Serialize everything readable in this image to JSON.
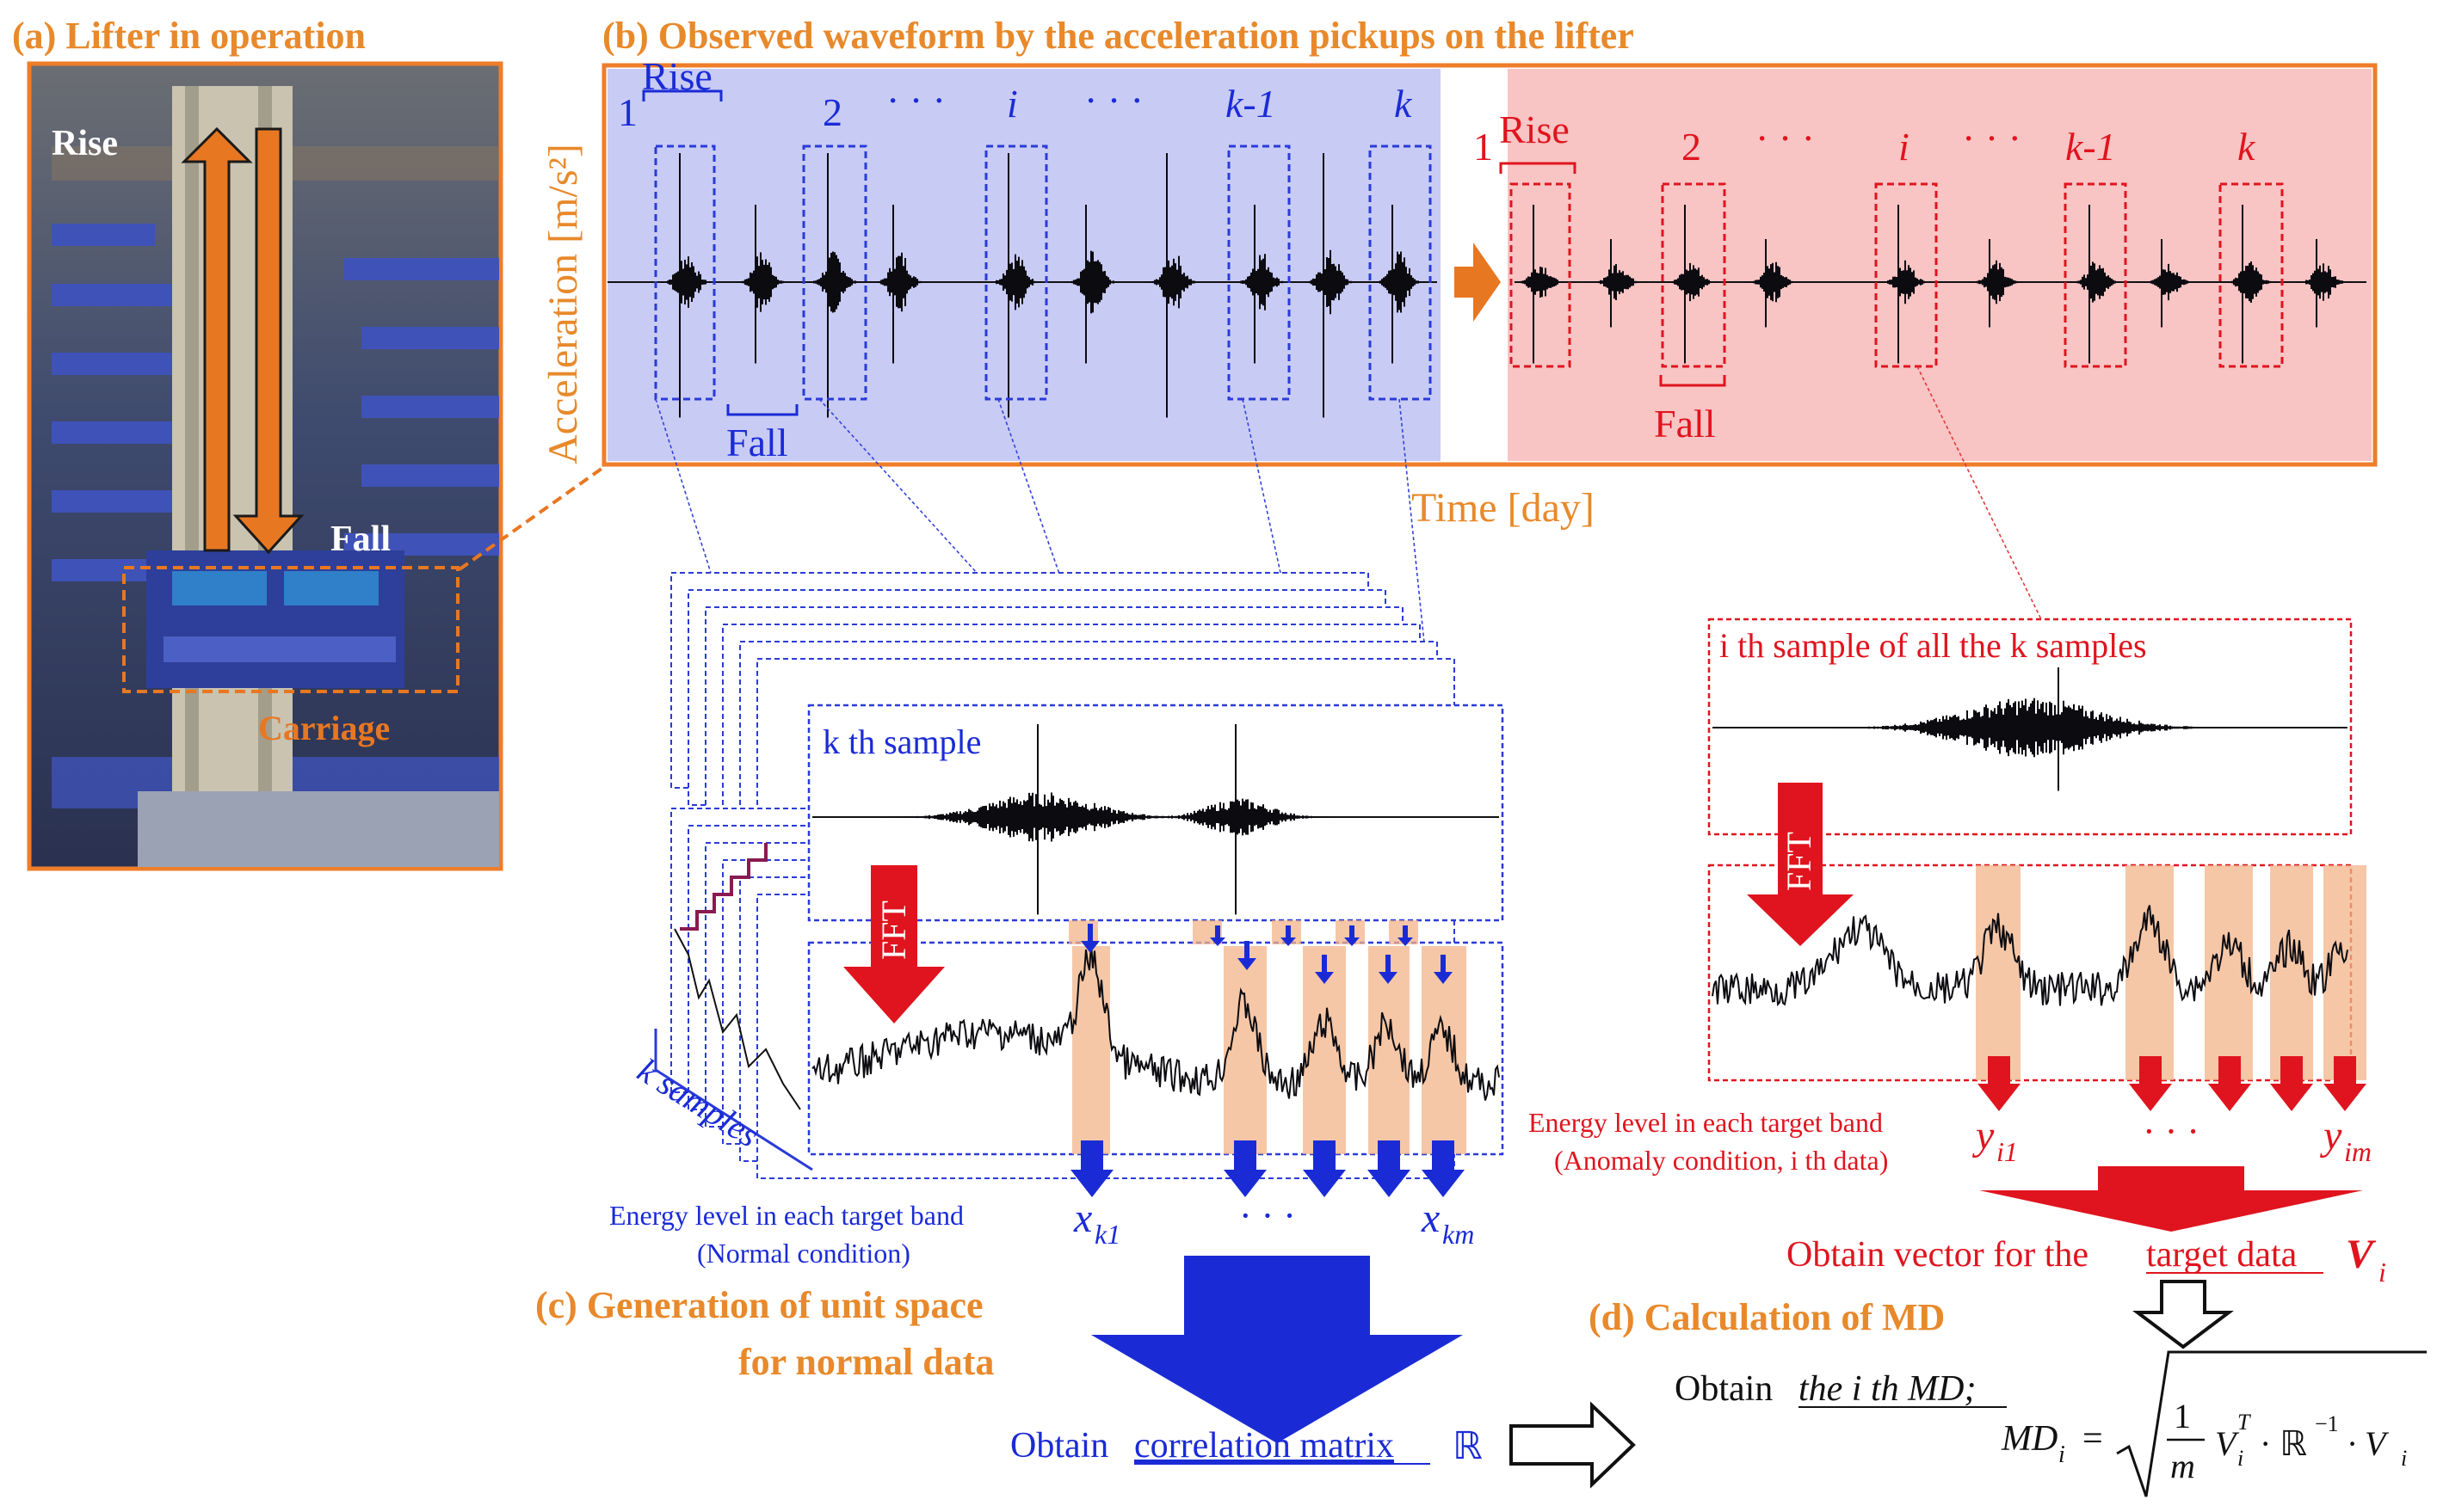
{
  "panel_a": {
    "title": "(a) Lifter in operation",
    "rise_label": "Rise",
    "fall_label": "Fall",
    "carriage_label": "Carriage"
  },
  "panel_b": {
    "title": "(b) Observed waveform by the acceleration pickups on the lifter",
    "y_axis_label": "Acceleration [m/s²]",
    "x_axis_label": "Time [day]",
    "rise_label": "Rise",
    "fall_label": "Fall",
    "normal_indices": [
      "1",
      "2",
      "· · ·",
      "i",
      "· · ·",
      "k-1",
      "k"
    ],
    "anomaly_indices": [
      "1",
      "2",
      "· · ·",
      "i",
      "· · ·",
      "k-1",
      "k"
    ]
  },
  "normal_side": {
    "sample_title": "k th sample",
    "fft_label": "FFT",
    "k_samples_label": "k samples",
    "energy_label_line1": "Energy level in each target band",
    "energy_label_line2": "(Normal condition)",
    "x_first": "x",
    "x_first_sub": "k1",
    "x_dots": "· · ·",
    "x_last": "x",
    "x_last_sub": "km"
  },
  "anomaly_side": {
    "sample_title": "i th sample of all the k samples",
    "fft_label": "FFT",
    "energy_label_line1": "Energy level in each target band",
    "energy_label_line2": "(Anomaly condition, i th data)",
    "y_first": "y",
    "y_first_sub": "i1",
    "y_dots": "· · ·",
    "y_last": "y",
    "y_last_sub": "im",
    "vector_text": "Obtain vector for the",
    "vector_link": "target data",
    "vector_symbol": "V",
    "vector_sub": "i"
  },
  "panel_c": {
    "title_line1": "(c) Generation of unit space",
    "title_line2": "for normal data",
    "obtain_text": "Obtain",
    "obtain_link": "correlation matrix",
    "matrix_symbol": "ℝ"
  },
  "panel_d": {
    "title": "(d) Calculation of MD",
    "obtain_text": "Obtain",
    "obtain_link": "the i th MD;",
    "formula_lhs": "MD",
    "formula_lhs_sub": "i",
    "formula_eq": "=",
    "formula_num": "1",
    "formula_den": "m",
    "formula_body": "V",
    "formula_body_sub": "i",
    "formula_sup": "T",
    "formula_rest": "· ℝ",
    "formula_inv": "−1",
    "formula_end": "· V",
    "formula_end_sub": "i"
  },
  "colors": {
    "orange_title": "#e8892b",
    "orange_arrow": "#e87722",
    "blue_text": "#1a2bd6",
    "red_text": "#e0141e",
    "normal_bg": "#c8cbf4",
    "anomaly_bg": "#f8c4c4",
    "band_fill": "#f2b48a"
  }
}
